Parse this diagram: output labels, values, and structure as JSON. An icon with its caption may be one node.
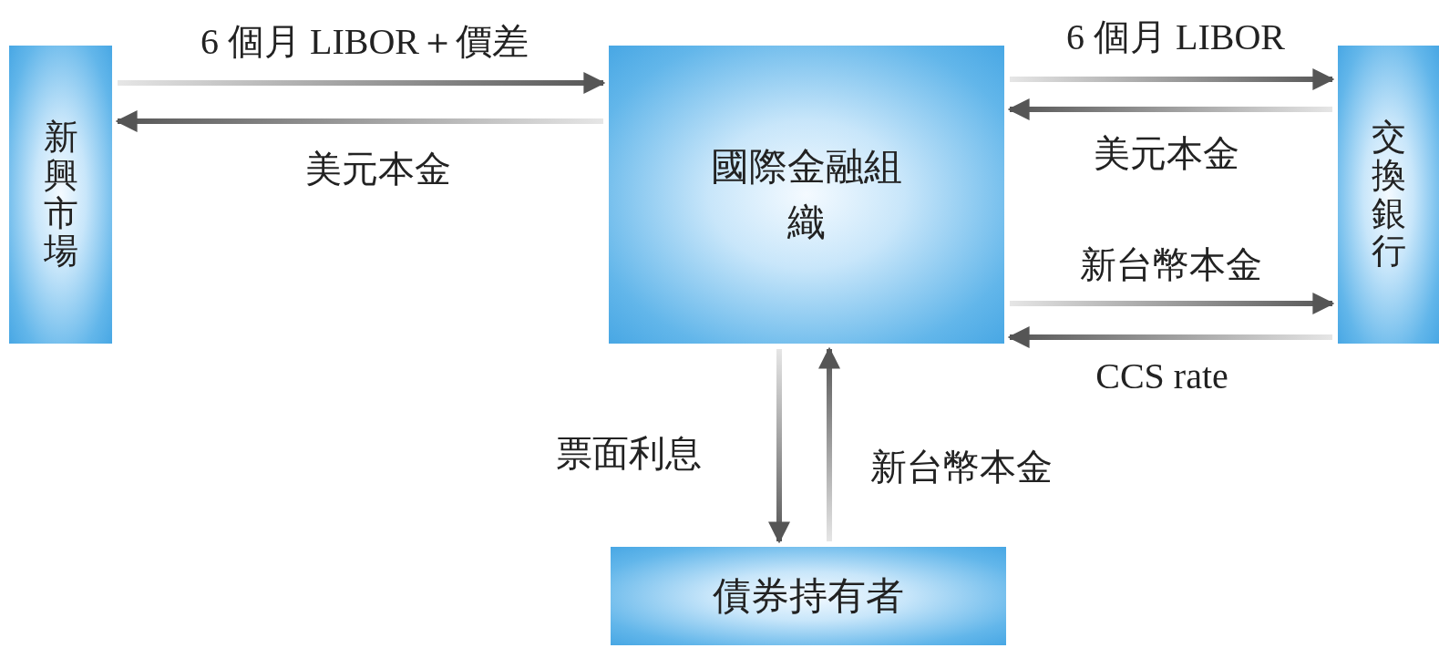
{
  "diagram": {
    "nodes": [
      {
        "text": [
          "新興市場"
        ]
      },
      {
        "text": [
          "國際金融組織"
        ]
      },
      {
        "text": [
          "交換銀行"
        ]
      },
      {
        "text": [
          "債券持有者"
        ]
      }
    ],
    "edges": [
      {
        "from": 0,
        "to": 1,
        "arrow": "to",
        "label": "6 個月 LIBOR＋價差"
      },
      {
        "from": 1,
        "to": 0,
        "arrow": "to",
        "label": "美元本金"
      },
      {
        "from": 1,
        "to": 2,
        "arrow": "to",
        "label": "6 個月 LIBOR"
      },
      {
        "from": 2,
        "to": 1,
        "arrow": "to",
        "label": "美元本金"
      },
      {
        "from": 1,
        "to": 2,
        "arrow": "to",
        "label": "新台幣本金"
      },
      {
        "from": 2,
        "to": 1,
        "arrow": "to",
        "label": "CCS rate"
      },
      {
        "from": 1,
        "to": 3,
        "arrow": "to",
        "label": "票面利息"
      },
      {
        "from": 3,
        "to": 1,
        "arrow": "to",
        "label": "新台幣本金"
      }
    ]
  }
}
